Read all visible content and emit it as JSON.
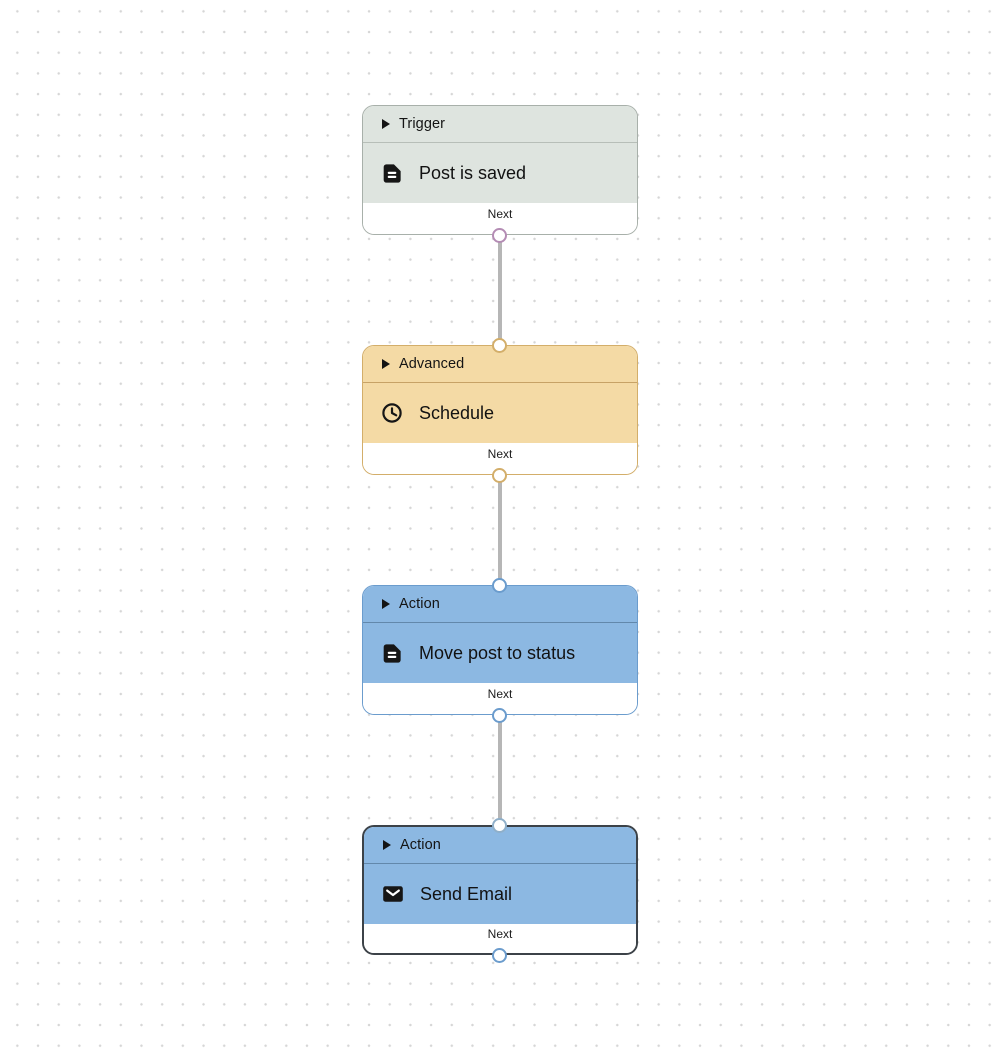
{
  "canvas": {
    "background_color": "#ffffff",
    "dot_color": "#d6d6d6",
    "connector_color": "#b6b6b6"
  },
  "nodes": [
    {
      "category": "Trigger",
      "title": "Post is saved",
      "icon": "document-icon",
      "next_label": "Next",
      "fill_color": "#dee4df",
      "border_color": "#a8b0aa",
      "selected": false
    },
    {
      "category": "Advanced",
      "title": "Schedule",
      "icon": "clock-icon",
      "next_label": "Next",
      "fill_color": "#f4daa5",
      "border_color": "#d3ae6a",
      "selected": false
    },
    {
      "category": "Action",
      "title": "Move post to status",
      "icon": "document-icon",
      "next_label": "Next",
      "fill_color": "#8cb8e2",
      "border_color": "#6b9ccd",
      "selected": false
    },
    {
      "category": "Action",
      "title": "Send Email",
      "icon": "mail-icon",
      "next_label": "Next",
      "fill_color": "#8cb8e2",
      "border_color": "#3c4248",
      "selected": true
    }
  ],
  "ports": [
    {
      "name": "trigger-output",
      "ring_color": "#b48cb4"
    },
    {
      "name": "schedule-input",
      "ring_color": "#d3ae6a"
    },
    {
      "name": "schedule-output",
      "ring_color": "#d3ae6a"
    },
    {
      "name": "move-post-input",
      "ring_color": "#6b9ccd"
    },
    {
      "name": "move-post-output",
      "ring_color": "#6b9ccd"
    },
    {
      "name": "send-email-input",
      "ring_color": "#8fafc9"
    },
    {
      "name": "send-email-output",
      "ring_color": "#6b9ccd"
    }
  ]
}
